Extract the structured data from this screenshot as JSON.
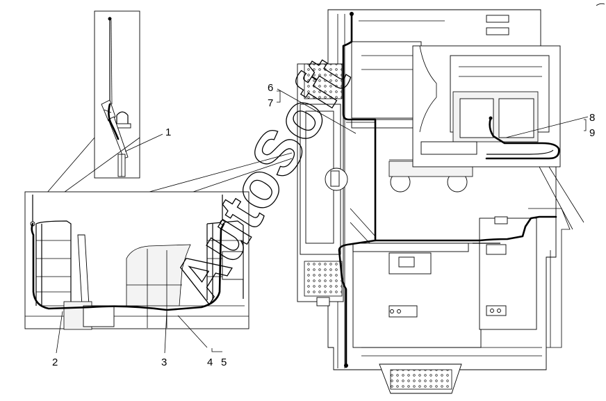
{
  "callouts": {
    "c1": "1",
    "c2": "2",
    "c3": "3",
    "c4": "4",
    "c5": "5",
    "c6": "6",
    "c7": "7",
    "c8": "8",
    "c9": "9"
  },
  "watermark": "AutoSoft"
}
